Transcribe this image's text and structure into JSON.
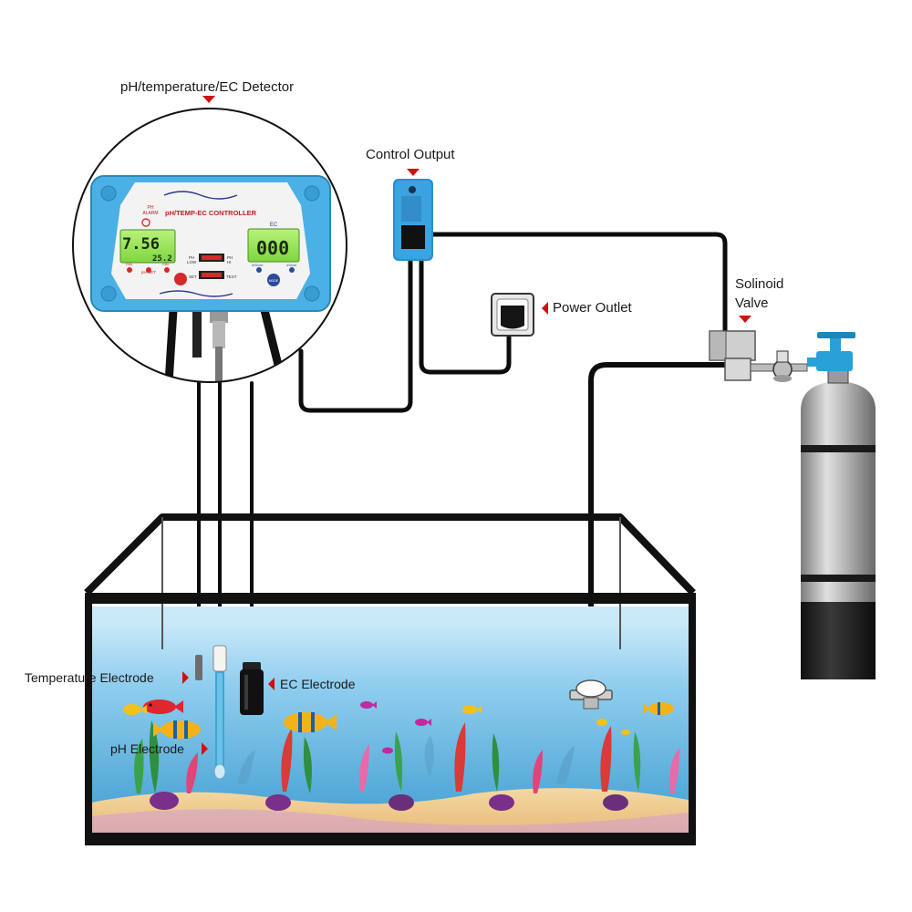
{
  "labels": {
    "detector": "pH/temperature/EC Detector",
    "control_output": "Control Output",
    "power_outlet": "Power Outlet",
    "solenoid_valve_line1": "Solinoid",
    "solenoid_valve_line2": "Valve",
    "temperature_electrode": "Temperature Electrode",
    "ec_electrode": "EC Electrode",
    "ph_electrode": "pH Electrode"
  },
  "controller": {
    "title": "pH/TEMP-EC CONTROLLER",
    "ph_alarm_line1": "PH",
    "ph_alarm_line2": "ALARM",
    "ec_header": "EC",
    "ph_value": "7.56",
    "temp_value": "25.2",
    "ec_value": "000",
    "ph_low": "LOW",
    "ph_hi": "HI",
    "ph_label": "PH",
    "ph_label2": "PH",
    "set": "SET",
    "test": "TEST",
    "cal_left": "CAL",
    "ph_set": "pH-SET",
    "cal_right": "CAL",
    "ec_left": "mS/cm",
    "ec_right": "uS/cm",
    "ec_btn": "MODE"
  },
  "colors": {
    "controller_blue": "#4ab0e6",
    "panel_white": "#f2f2f2",
    "lcd_green": "#9be85a",
    "water_top": "#bde4f5",
    "water_bottom": "#4aa8d8",
    "tank_frame": "#111111",
    "cylinder_gray": "#a8a8a8",
    "valve_blue": "#2aa0d8",
    "arrow_red": "#d01010"
  }
}
